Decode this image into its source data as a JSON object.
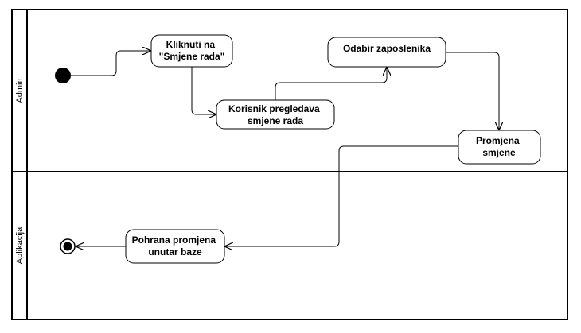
{
  "lanes": {
    "admin": "Admin",
    "app": "Aplikacija"
  },
  "nodes": {
    "click_smjene": [
      "Kliknuti na",
      "\"Smjene rada\""
    ],
    "pregled": [
      "Korisnik pregledava",
      "smjene rada"
    ],
    "odabir": [
      "Odabir zaposlenika"
    ],
    "promjena": [
      "Promjena",
      "smjene"
    ],
    "pohrana": [
      "Pohrana promjena",
      "unutar baze"
    ]
  }
}
